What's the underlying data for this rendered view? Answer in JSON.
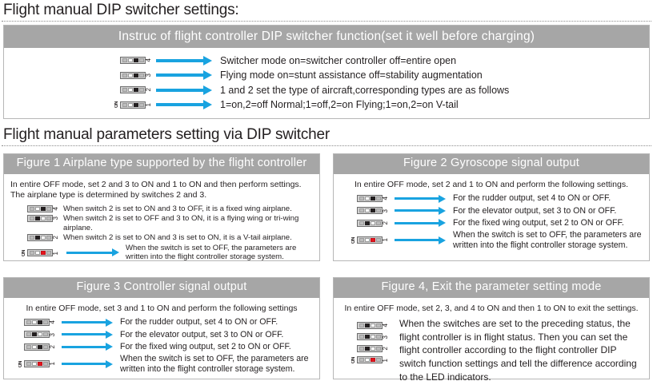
{
  "headings": {
    "h1": "Flight manual DIP switcher settings:",
    "h2": "Flight manual parameters setting via DIP switcher"
  },
  "colors": {
    "header_gray": "#a6a6a6",
    "arrow_blue": "#19a3e0",
    "switch_on_dark": "#231f20",
    "switch_red": "#e8141c",
    "panel_border": "#b7b7b7"
  },
  "top_panel": {
    "title": "Instruc of flight controller DIP switcher function(set it well before charging)",
    "rows": [
      {
        "number": "4",
        "on_label": "",
        "cells": [
          "gray",
          "off",
          "on",
          "gray"
        ],
        "text": "Switcher mode on=switcher controller off=entire open"
      },
      {
        "number": "3",
        "on_label": "",
        "cells": [
          "gray",
          "off",
          "on",
          "gray"
        ],
        "text": "Flying mode on=stunt assistance off=stability augmentation"
      },
      {
        "number": "2",
        "on_label": "",
        "cells": [
          "gray",
          "off",
          "on",
          "gray"
        ],
        "text": "1 and 2 set the type of aircraft,corresponding types are as follows"
      },
      {
        "number": "1",
        "on_label": "ON",
        "cells": [
          "gray",
          "off",
          "on",
          "gray"
        ],
        "text": "1=on,2=off Normal;1=off,2=on Flying;1=on,2=on V-tail"
      }
    ]
  },
  "figure1": {
    "title": "Figure 1 Airplane type supported by the flight controller",
    "intro": "In entire OFF mode,  set 2 and 3 to ON and 1 to ON and then perform settings. The airplane type is determined  by switches 2 and 3.",
    "rows": [
      {
        "number": "4",
        "on_label": "",
        "cells": [
          "gray",
          "off",
          "on",
          "gray"
        ],
        "text": "When switch 2 is set to ON and 3 to OFF, it is a fixed wing airplane."
      },
      {
        "number": "3",
        "on_label": "",
        "cells": [
          "gray",
          "on",
          "off",
          "gray"
        ],
        "text": "When switch 2 is set to OFF and 3 to ON, it is a flying wing or tri-wing airplane."
      },
      {
        "number": "2",
        "on_label": "",
        "cells": [
          "gray",
          "on",
          "off",
          "gray"
        ],
        "text": "When switch 2 is set to ON and 3 is set to ON, it is a V-tail airplane."
      }
    ],
    "arrow_row": {
      "number": "1",
      "on_label": "ON",
      "cells": [
        "gray",
        "off",
        "red",
        "gray"
      ],
      "text": "When the switch is set to OFF, the parameters are written into the flight controller storage system."
    }
  },
  "figure2": {
    "title": "Figure 2 Gyroscope signal output",
    "intro": "In entire OFF mode, set 2 and 1 to ON and perform the following settings.",
    "rows": [
      {
        "number": "4",
        "on_label": "",
        "cells": [
          "gray",
          "off",
          "on",
          "gray"
        ],
        "text": "For the rudder output, set 4 to ON or OFF."
      },
      {
        "number": "3",
        "on_label": "",
        "cells": [
          "gray",
          "off",
          "on",
          "gray"
        ],
        "text": "For the elevator output, set 3 to ON or OFF."
      },
      {
        "number": "2",
        "on_label": "",
        "cells": [
          "gray",
          "on",
          "off",
          "gray"
        ],
        "text": "For the fixed wing output, set 2 to ON or OFF."
      },
      {
        "number": "1",
        "on_label": "ON",
        "cells": [
          "gray",
          "off",
          "red",
          "gray"
        ],
        "text": "When the switch is set to OFF, the parameters are written into the flight controller storage system."
      }
    ]
  },
  "figure3": {
    "title": "Figure 3 Controller signal output",
    "intro": "In entire OFF mode, set 3 and 1 to ON and perform the following settings",
    "rows": [
      {
        "number": "4",
        "on_label": "",
        "cells": [
          "gray",
          "off",
          "on",
          "gray"
        ],
        "text": "For the rudder output, set 4 to ON or OFF."
      },
      {
        "number": "3",
        "on_label": "",
        "cells": [
          "gray",
          "on",
          "off",
          "gray"
        ],
        "text": "For the elevator output, set 3 to ON or OFF."
      },
      {
        "number": "2",
        "on_label": "",
        "cells": [
          "gray",
          "off",
          "on",
          "gray"
        ],
        "text": "For the fixed wing output, set 2 to ON or OFF."
      },
      {
        "number": "1",
        "on_label": "ON",
        "cells": [
          "gray",
          "off",
          "red",
          "gray"
        ],
        "text": "When the switch is set to OFF, the parameters are written into the flight controller storage system."
      }
    ]
  },
  "figure4": {
    "title": "Figure 4, Exit the parameter setting mode",
    "intro": "In entire OFF mode, set 2, 3, and 4 to ON and then 1 to ON to exit the settings.",
    "switches": [
      {
        "number": "4",
        "on_label": "",
        "cells": [
          "gray",
          "on",
          "off",
          "gray"
        ]
      },
      {
        "number": "3",
        "on_label": "",
        "cells": [
          "gray",
          "on",
          "off",
          "gray"
        ]
      },
      {
        "number": "2",
        "on_label": "",
        "cells": [
          "gray",
          "on",
          "off",
          "gray"
        ]
      },
      {
        "number": "1",
        "on_label": "ON",
        "cells": [
          "gray",
          "off",
          "red",
          "gray"
        ]
      }
    ],
    "body": "When the switches are set to the preceding status, the flight controller is in flight status. Then you can set the flight controller according to the flight controller DIP switch function settings and tell the difference according to the LED indicators."
  }
}
